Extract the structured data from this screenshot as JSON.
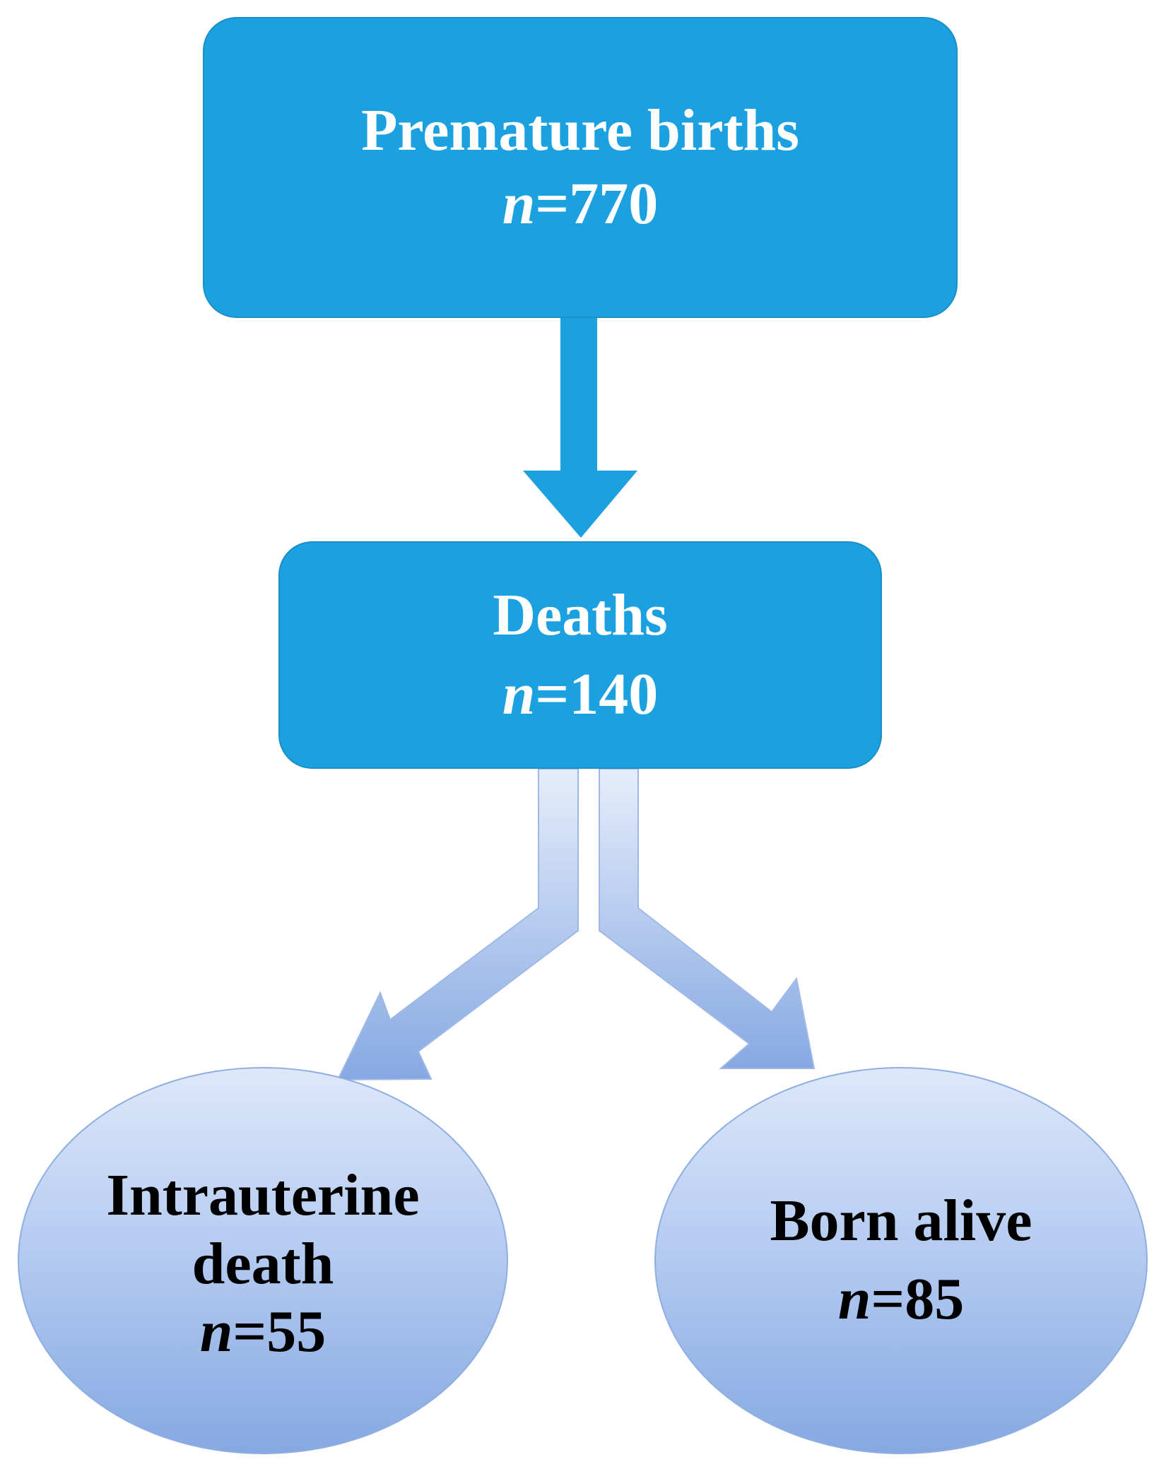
{
  "nodes": {
    "premature_births": {
      "title": "Premature births",
      "n_prefix": "n",
      "n_value": "=770"
    },
    "deaths": {
      "title": "Deaths",
      "n_prefix": "n",
      "n_value": "=140"
    },
    "intrauterine_death": {
      "title": "Intrauterine death",
      "n_prefix": "n",
      "n_value": "=55"
    },
    "born_alive": {
      "title": "Born alive",
      "n_prefix": "n",
      "n_value": "=85"
    }
  },
  "edges": [
    {
      "from": "premature_births",
      "to": "deaths"
    },
    {
      "from": "deaths",
      "to": "intrauterine_death"
    },
    {
      "from": "deaths",
      "to": "born_alive"
    }
  ],
  "colors": {
    "box_fill": "#1ba0e0",
    "box_border": "#1a8fc8",
    "arrow_solid": "#1ba0e0",
    "ellipse_top": "#dde8fa",
    "ellipse_bottom": "#86a8e2",
    "box_text": "#ffffff",
    "ellipse_text": "#000000"
  }
}
